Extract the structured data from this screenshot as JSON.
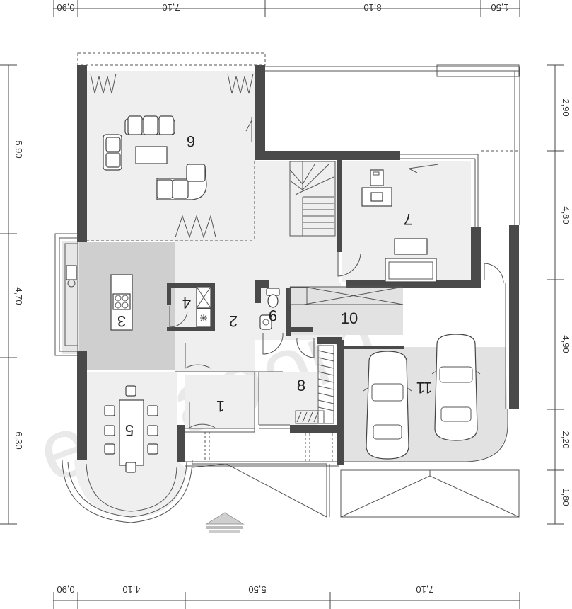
{
  "plan": {
    "dimensions_top": [
      "0,90",
      "7,10",
      "8,10",
      "1,50"
    ],
    "dimensions_bottom": [
      "0,90",
      "4,10",
      "5,50",
      "7,10"
    ],
    "dimensions_left": [
      "5,90",
      "4,70",
      "6,30"
    ],
    "dimensions_right": [
      "2,90",
      "4,80",
      "4,90",
      "2,20",
      "1,80"
    ],
    "rooms": [
      {
        "number": "1"
      },
      {
        "number": "2"
      },
      {
        "number": "3"
      },
      {
        "number": "4"
      },
      {
        "number": "5"
      },
      {
        "number": "6"
      },
      {
        "number": "7"
      },
      {
        "number": "8"
      },
      {
        "number": "9"
      },
      {
        "number": "10"
      },
      {
        "number": "11"
      }
    ],
    "watermark": "extradom",
    "colors": {
      "wall": "#4a4a4a",
      "floor": "#efefef",
      "kitchen": "#cfcfcf",
      "line": "#555555"
    }
  }
}
